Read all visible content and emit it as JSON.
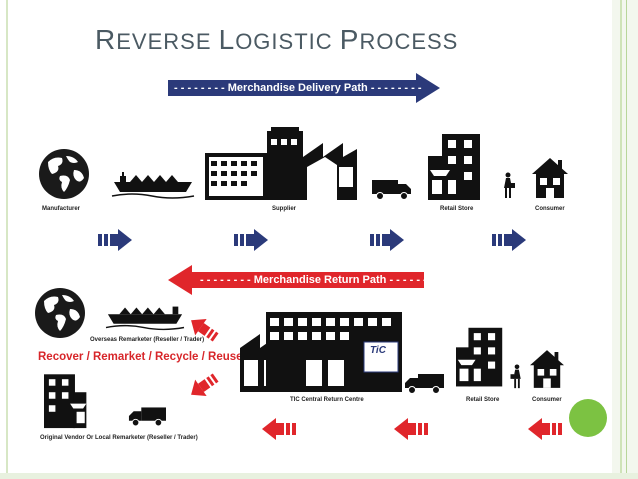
{
  "slide": {
    "title_first": "R",
    "title_rest_1": "EVERSE ",
    "title_l": "L",
    "title_rest_2": "OGISTIC ",
    "title_p": "P",
    "title_rest_3": "ROCESS"
  },
  "delivery": {
    "banner": "- - - - - - - - Merchandise Delivery Path - - - - - - - -",
    "color": "#2b3a7a",
    "stages": [
      "Manufacturer",
      "Supplier",
      "Retail Store",
      "Consumer"
    ]
  },
  "returns": {
    "banner": "- - - - - - - - Merchandise Return Path - - - - - - - -",
    "color": "#e0262b",
    "overseas_label": "Overseas Remarketer (Reseller / Trader)",
    "recover_text": "Recover / Remarket / Recycle / Reuse",
    "central_label": "TIC Central Return Centre",
    "tic_logo": "TiC",
    "retail_label": "Retail Store",
    "consumer_label": "Consumer",
    "local_label": "Original Vendor Or Local Remarketer (Reseller / Trader)"
  },
  "colors": {
    "navy": "#2b3a7a",
    "red": "#e0262b",
    "green_dot": "#7cc242",
    "title": "#4b5a63",
    "border_green": "#cfe3b8"
  },
  "icons": [
    "globe-icon",
    "ship-icon",
    "factory-icon",
    "truck-icon",
    "store-icon",
    "shopper-icon",
    "house-icon",
    "arrow-right-icon",
    "arrow-left-icon"
  ]
}
